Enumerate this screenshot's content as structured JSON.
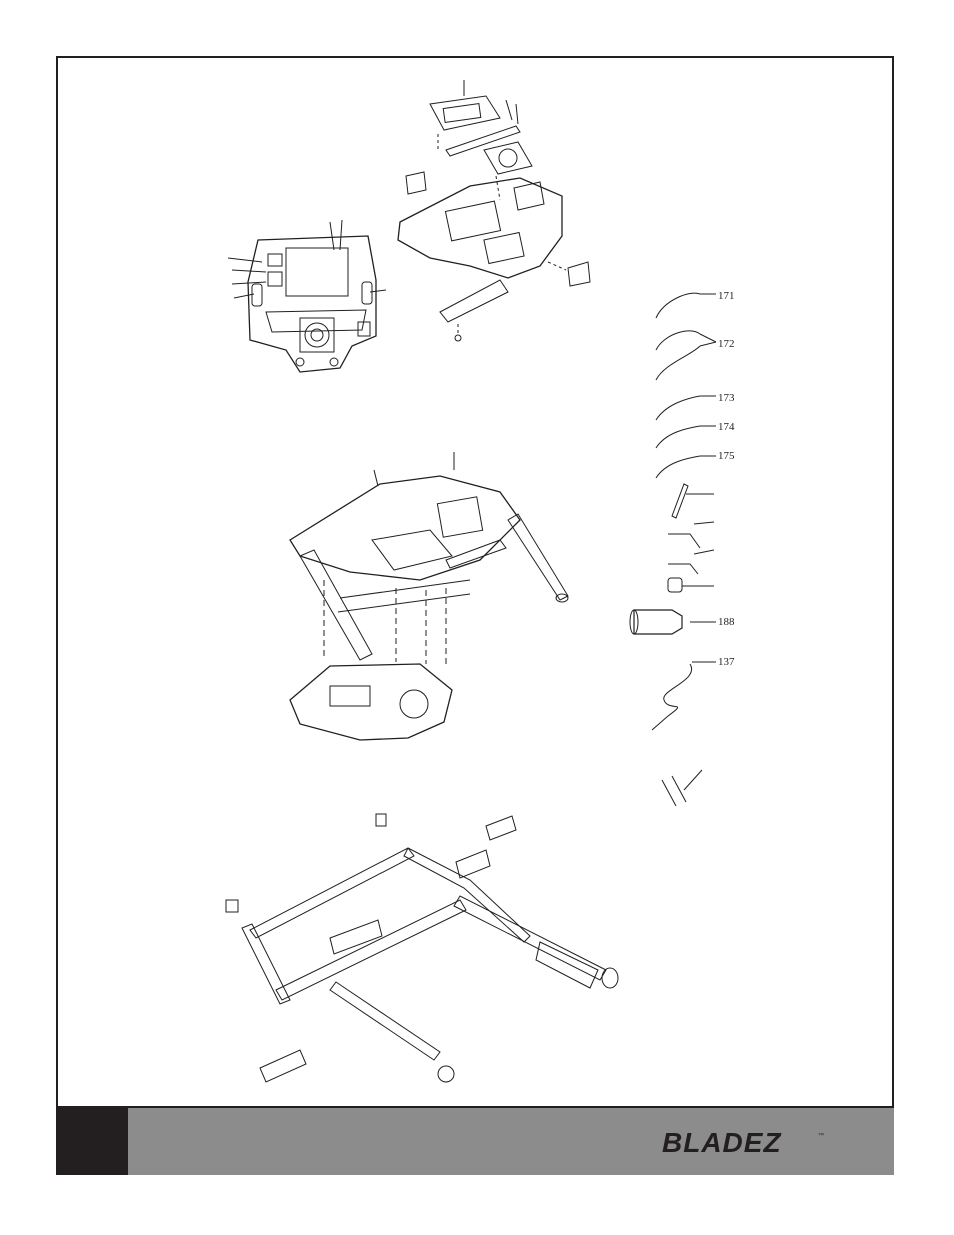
{
  "brand": {
    "name": "BLADEZ",
    "mark": "™",
    "color": "#231f20"
  },
  "footer": {
    "dark": "#231f20",
    "band": "#8c8c8c"
  },
  "callouts": {
    "c171": "171",
    "c172": "172",
    "c173": "173",
    "c174": "174",
    "c175": "175",
    "c188": "188",
    "c137": "137"
  }
}
